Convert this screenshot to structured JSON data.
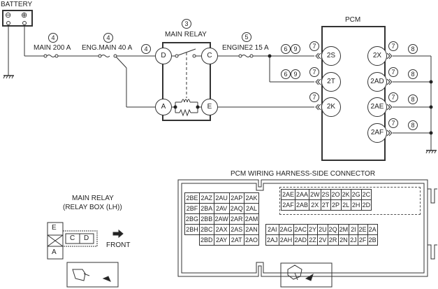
{
  "battery": {
    "label": "BATTERY",
    "neg": "⊖",
    "pos": "⊕"
  },
  "fuses": [
    {
      "circle": "4",
      "label": "MAIN 200 A"
    },
    {
      "circle": "4",
      "label": "ENG.MAIN 40 A"
    },
    {
      "circle": "5",
      "label": "ENGINE2 15 A"
    }
  ],
  "wire_refs": {
    "after_eng_main": "4"
  },
  "relay": {
    "circle": "3",
    "label": "MAIN RELAY",
    "terminals": {
      "D": "D",
      "C": "C",
      "A": "A",
      "E": "E"
    }
  },
  "pcm": {
    "label": "PCM",
    "left_terminals": [
      {
        "id": "2S",
        "refs": [
          "6",
          "9"
        ],
        "conn": "7"
      },
      {
        "id": "2T",
        "refs": [
          "6",
          "9"
        ],
        "conn": "7"
      },
      {
        "id": "2K",
        "refs": [],
        "conn": "7"
      }
    ],
    "right_terminals": [
      {
        "id": "2X",
        "conn": "7",
        "ref": "8"
      },
      {
        "id": "2AD",
        "conn": "7",
        "ref": "8"
      },
      {
        "id": "2AE",
        "conn": "7",
        "ref": "8"
      },
      {
        "id": "2AF",
        "conn": "7",
        "ref": "8"
      }
    ]
  },
  "relay_connector": {
    "title1": "MAIN RELAY",
    "title2": "(RELAY BOX (LH))",
    "pins": {
      "E": "E",
      "C": "C",
      "D": "D",
      "A": "A"
    },
    "front_label": "FRONT"
  },
  "pcm_connector": {
    "title": "PCM WIRING HARNESS-SIDE CONNECTOR",
    "left_block": [
      [
        "2BE",
        "2AZ",
        "2AU",
        "2AP",
        "2AK"
      ],
      [
        "2BF",
        "2BA",
        "2AV",
        "2AQ",
        "2AL"
      ],
      [
        "2BG",
        "2BB",
        "2AW",
        "2AR",
        "2AM"
      ],
      [
        "2BH",
        "2BC",
        "2AX",
        "2AS",
        "2AN"
      ],
      [
        "",
        "2BD",
        "2AY",
        "2AT",
        "2AO"
      ]
    ],
    "top_right_block": [
      [
        "2AE",
        "2AA",
        "2W",
        "2S",
        "2O",
        "2K",
        "2G",
        "2C"
      ],
      [
        "2AF",
        "2AB",
        "2X",
        "2T",
        "2P",
        "2L",
        "2H",
        "2D"
      ]
    ],
    "bottom_right_block": [
      [
        "2AI",
        "2AG",
        "2AC",
        "2Y",
        "2U",
        "2Q",
        "2M",
        "2I",
        "2E",
        "2A"
      ],
      [
        "2AJ",
        "2AH",
        "2AD",
        "2Z",
        "2V",
        "2R",
        "2N",
        "2J",
        "2F",
        "2B"
      ]
    ]
  }
}
